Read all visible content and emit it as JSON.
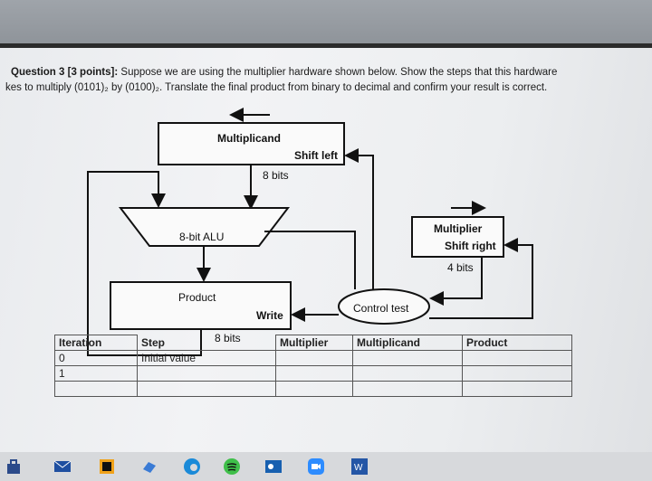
{
  "question": {
    "lead": "Question 3 [3 points]:",
    "line1_rest": "Suppose we are using the multiplier hardware shown below. Show the steps that this hardware",
    "line2": "kes to multiply (0101)₂ by (0100)₂. Translate the final product from binary to decimal and confirm your result is correct."
  },
  "diagram": {
    "multiplicand": "Multiplicand",
    "shift_left": "Shift left",
    "bits8_a": "8 bits",
    "alu": "8-bit ALU",
    "multiplier": "Multiplier",
    "shift_right": "Shift right",
    "bits4": "4 bits",
    "product": "Product",
    "write": "Write",
    "control": "Control test",
    "bits8_b": "8 bits"
  },
  "table": {
    "headers": [
      "Iteration",
      "Step",
      "Multiplier",
      "Multiplicand",
      "Product"
    ],
    "rows": [
      [
        "0",
        "Initial value",
        "",
        "",
        ""
      ],
      [
        "1",
        "",
        "",
        "",
        ""
      ],
      [
        "",
        "",
        "",
        "",
        ""
      ]
    ]
  },
  "taskbar": {
    "icons": [
      "store-icon",
      "mail-icon",
      "jetbrains-icon",
      "explorer-icon",
      "edge-icon",
      "spotify-icon",
      "outlook-icon",
      "zoom-icon",
      "word-icon"
    ]
  }
}
